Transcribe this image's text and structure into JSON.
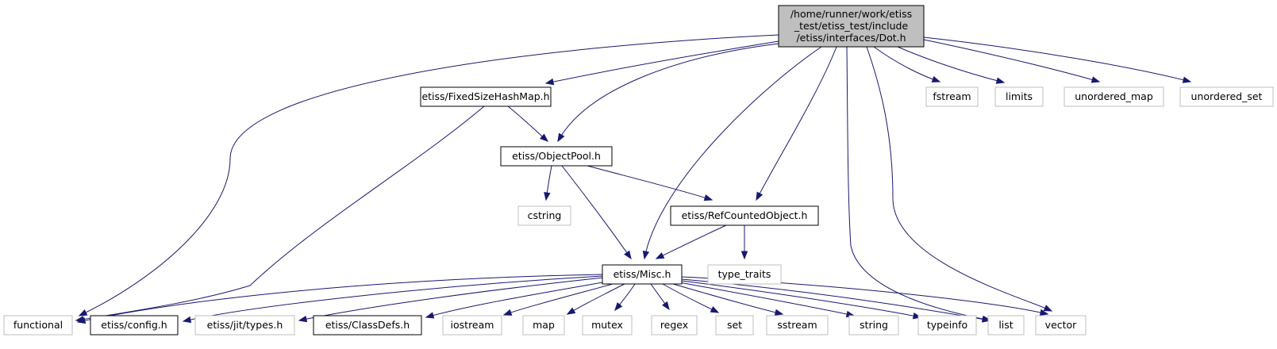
{
  "diagram": {
    "type": "include-dependency-graph",
    "colors": {
      "edge": "#191970",
      "root_fill": "#bfbfbf",
      "local_header_border": "#000000",
      "system_header_border": "#bfbfbf",
      "system_header_text": "#000000"
    },
    "nodes": [
      {
        "id": "root",
        "kind": "root",
        "lines": [
          "/home/runner/work/etiss",
          "_test/etiss_test/include",
          "/etiss/interfaces/Dot.h"
        ]
      },
      {
        "id": "fixedsizehashmap",
        "kind": "local",
        "lines": [
          "etiss/FixedSizeHashMap.h"
        ]
      },
      {
        "id": "objectpool",
        "kind": "local",
        "lines": [
          "etiss/ObjectPool.h"
        ]
      },
      {
        "id": "refcountedobject",
        "kind": "local",
        "lines": [
          "etiss/RefCountedObject.h"
        ]
      },
      {
        "id": "misc",
        "kind": "local",
        "lines": [
          "etiss/Misc.h"
        ]
      },
      {
        "id": "config",
        "kind": "local",
        "lines": [
          "etiss/config.h"
        ]
      },
      {
        "id": "classdefs",
        "kind": "local",
        "lines": [
          "etiss/ClassDefs.h"
        ]
      },
      {
        "id": "jittypes",
        "kind": "system",
        "lines": [
          "etiss/jit/types.h"
        ]
      },
      {
        "id": "functional",
        "kind": "system",
        "lines": [
          "functional"
        ]
      },
      {
        "id": "cstring",
        "kind": "system",
        "lines": [
          "cstring"
        ]
      },
      {
        "id": "type_traits",
        "kind": "system",
        "lines": [
          "type_traits"
        ]
      },
      {
        "id": "fstream",
        "kind": "system",
        "lines": [
          "fstream"
        ]
      },
      {
        "id": "limits",
        "kind": "system",
        "lines": [
          "limits"
        ]
      },
      {
        "id": "unordered_map",
        "kind": "system",
        "lines": [
          "unordered_map"
        ]
      },
      {
        "id": "unordered_set",
        "kind": "system",
        "lines": [
          "unordered_set"
        ]
      },
      {
        "id": "iostream",
        "kind": "system",
        "lines": [
          "iostream"
        ]
      },
      {
        "id": "map",
        "kind": "system",
        "lines": [
          "map"
        ]
      },
      {
        "id": "mutex",
        "kind": "system",
        "lines": [
          "mutex"
        ]
      },
      {
        "id": "regex",
        "kind": "system",
        "lines": [
          "regex"
        ]
      },
      {
        "id": "set",
        "kind": "system",
        "lines": [
          "set"
        ]
      },
      {
        "id": "sstream",
        "kind": "system",
        "lines": [
          "sstream"
        ]
      },
      {
        "id": "string",
        "kind": "system",
        "lines": [
          "string"
        ]
      },
      {
        "id": "typeinfo",
        "kind": "system",
        "lines": [
          "typeinfo"
        ]
      },
      {
        "id": "list",
        "kind": "system",
        "lines": [
          "list"
        ]
      },
      {
        "id": "vector",
        "kind": "system",
        "lines": [
          "vector"
        ]
      }
    ],
    "edges": [
      {
        "from": "root",
        "to": "functional"
      },
      {
        "from": "root",
        "to": "fixedsizehashmap"
      },
      {
        "from": "root",
        "to": "objectpool"
      },
      {
        "from": "root",
        "to": "misc"
      },
      {
        "from": "root",
        "to": "refcountedobject"
      },
      {
        "from": "root",
        "to": "list"
      },
      {
        "from": "root",
        "to": "vector"
      },
      {
        "from": "root",
        "to": "fstream"
      },
      {
        "from": "root",
        "to": "limits"
      },
      {
        "from": "root",
        "to": "unordered_map"
      },
      {
        "from": "root",
        "to": "unordered_set"
      },
      {
        "from": "fixedsizehashmap",
        "to": "objectpool"
      },
      {
        "from": "fixedsizehashmap",
        "to": "functional"
      },
      {
        "from": "objectpool",
        "to": "cstring"
      },
      {
        "from": "objectpool",
        "to": "misc"
      },
      {
        "from": "objectpool",
        "to": "refcountedobject"
      },
      {
        "from": "refcountedobject",
        "to": "misc"
      },
      {
        "from": "refcountedobject",
        "to": "type_traits"
      },
      {
        "from": "misc",
        "to": "functional"
      },
      {
        "from": "misc",
        "to": "config"
      },
      {
        "from": "misc",
        "to": "jittypes"
      },
      {
        "from": "misc",
        "to": "classdefs"
      },
      {
        "from": "misc",
        "to": "iostream"
      },
      {
        "from": "misc",
        "to": "map"
      },
      {
        "from": "misc",
        "to": "mutex"
      },
      {
        "from": "misc",
        "to": "regex"
      },
      {
        "from": "misc",
        "to": "set"
      },
      {
        "from": "misc",
        "to": "sstream"
      },
      {
        "from": "misc",
        "to": "string"
      },
      {
        "from": "misc",
        "to": "typeinfo"
      },
      {
        "from": "misc",
        "to": "list"
      },
      {
        "from": "misc",
        "to": "vector"
      }
    ]
  }
}
